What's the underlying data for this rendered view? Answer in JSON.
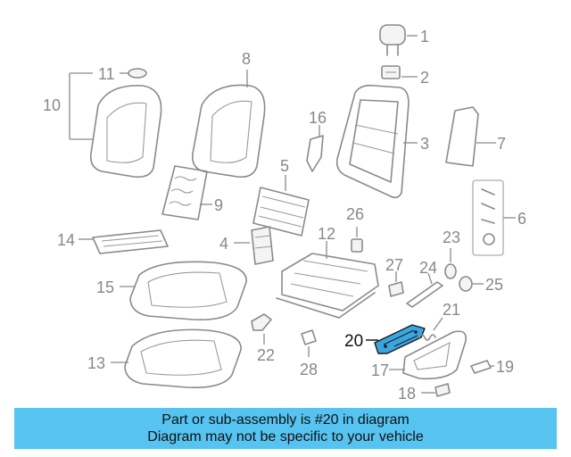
{
  "callouts": {
    "c1": "1",
    "c2": "2",
    "c3": "3",
    "c4": "4",
    "c5": "5",
    "c6": "6",
    "c7": "7",
    "c8": "8",
    "c9": "9",
    "c10": "10",
    "c11": "11",
    "c12": "12",
    "c13": "13",
    "c14": "14",
    "c15": "15",
    "c16": "16",
    "c17": "17",
    "c18": "18",
    "c19": "19",
    "c20": "20",
    "c21": "21",
    "c22": "22",
    "c23": "23",
    "c24": "24",
    "c25": "25",
    "c26": "26",
    "c27": "27",
    "c28": "28"
  },
  "highlight": {
    "part_number": "20",
    "color": "#3aa6e0"
  },
  "banner": {
    "line1": "Part or sub-assembly is #20 in diagram",
    "line2": "Diagram may not be specific to your vehicle",
    "color": "#56c3f0"
  }
}
